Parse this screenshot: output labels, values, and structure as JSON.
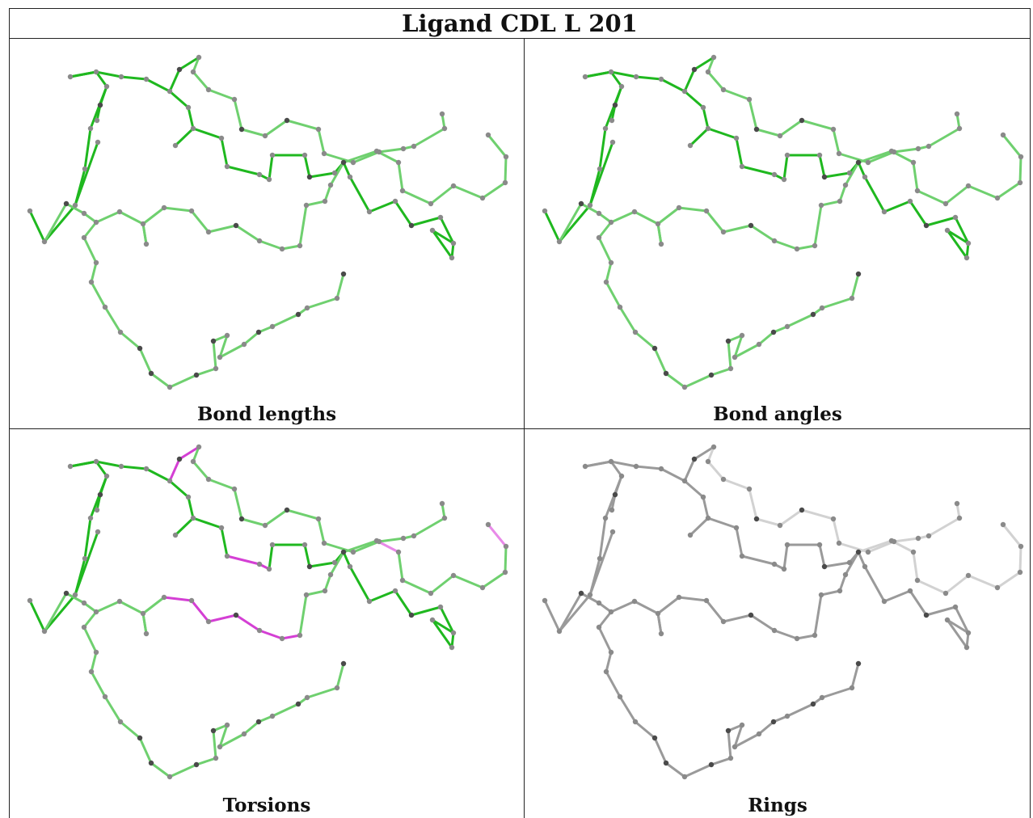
{
  "title": "Ligand CDL L 201",
  "panels": [
    {
      "caption": "Bond lengths",
      "mode": "green-shades"
    },
    {
      "caption": "Bond angles",
      "mode": "green-shades"
    },
    {
      "caption": "Torsions",
      "mode": "green-magenta"
    },
    {
      "caption": "Rings",
      "mode": "grey"
    }
  ],
  "colors": {
    "strong_green": "#1fb81f",
    "light_green": "#6fd06f",
    "magenta": "#d43fd4",
    "light_magenta": "#e88ae8",
    "grey": "#9a9a9a",
    "light_grey": "#d2d2d2",
    "atom": "#8a8a8a",
    "atom_dark": "#4a4a4a"
  }
}
